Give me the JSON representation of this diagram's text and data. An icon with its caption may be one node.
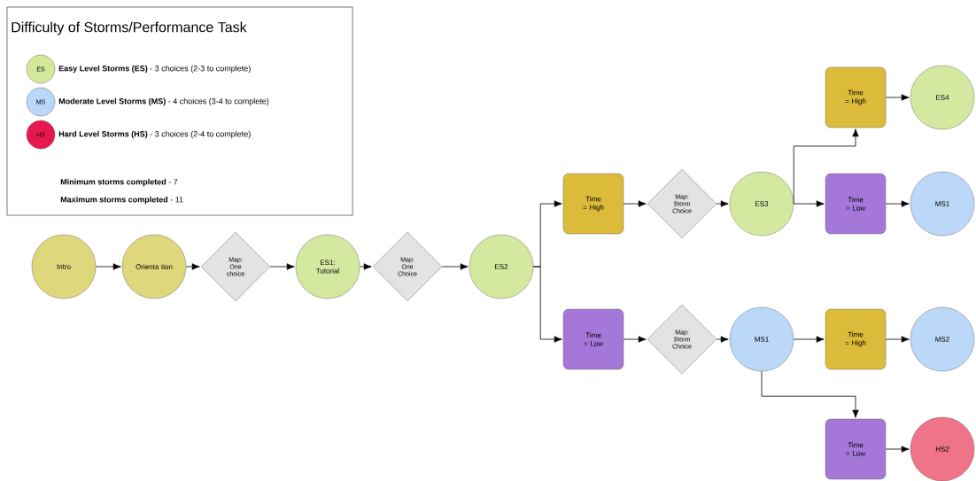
{
  "diagram": {
    "title": "Difficulty of Storms/Performance Task",
    "nodes": [
      {
        "text": [
          "Intro"
        ]
      },
      {
        "text": [
          "Orienta tion"
        ]
      },
      {
        "text": [
          "Map: One choice"
        ]
      },
      {
        "text": [
          "ES1: Tutorial"
        ]
      },
      {
        "text": [
          "Map: One Choice"
        ]
      },
      {
        "text": [
          "ES2"
        ]
      },
      {
        "text": [
          "Time = High"
        ]
      },
      {
        "text": [
          "Map: Storm Choice"
        ]
      },
      {
        "text": [
          "ES3"
        ]
      },
      {
        "text": [
          "Time = High"
        ]
      },
      {
        "text": [
          "ES4"
        ]
      },
      {
        "text": [
          "Time = Low"
        ]
      },
      {
        "text": [
          "MS1"
        ]
      },
      {
        "text": [
          "Time = Low"
        ]
      },
      {
        "text": [
          "Map: Storm Choice"
        ]
      },
      {
        "text": [
          "MS1"
        ]
      },
      {
        "text": [
          "Time = High"
        ]
      },
      {
        "text": [
          "MS2"
        ]
      },
      {
        "text": [
          "Time = Low"
        ]
      },
      {
        "text": [
          "HS2"
        ]
      }
    ],
    "edges": [
      {
        "from": 0,
        "to": 1,
        "arrow": "to"
      },
      {
        "from": 1,
        "to": 2,
        "arrow": "to"
      },
      {
        "from": 2,
        "to": 3,
        "arrow": "to"
      },
      {
        "from": 3,
        "to": 4,
        "arrow": "to"
      },
      {
        "from": 4,
        "to": 5,
        "arrow": "to"
      },
      {
        "from": 5,
        "to": 6,
        "arrow": "to"
      },
      {
        "from": 5,
        "to": 13,
        "arrow": "to"
      },
      {
        "from": 6,
        "to": 7,
        "arrow": "to"
      },
      {
        "from": 7,
        "to": 8,
        "arrow": "to"
      },
      {
        "from": 8,
        "to": 9,
        "arrow": "to"
      },
      {
        "from": 9,
        "to": 10,
        "arrow": "to"
      },
      {
        "from": 8,
        "to": 11,
        "arrow": "to"
      },
      {
        "from": 11,
        "to": 12,
        "arrow": "to"
      },
      {
        "from": 13,
        "to": 14,
        "arrow": "to"
      },
      {
        "from": 14,
        "to": 15,
        "arrow": "to"
      },
      {
        "from": 15,
        "to": 16,
        "arrow": "to"
      },
      {
        "from": 16,
        "to": 17,
        "arrow": "to"
      },
      {
        "from": 15,
        "to": 18,
        "arrow": "to"
      },
      {
        "from": 18,
        "to": 19,
        "arrow": "to"
      }
    ],
    "labels": [
      "ES",
      "MS",
      "HS",
      "**Minimum storms completed** - 7",
      "**Maximum storms completed** - 11"
    ],
    "legend": [
      {
        "text": "**Easy Level Storms (ES)** - 3 choices (2-3 to complete)",
        "color": "#d4e89a"
      },
      {
        "text": "**Moderate Level Storms (MS)** - 4 choices (3-4 to complete)",
        "color": "#bad6f8"
      },
      {
        "text": "**Hard Level Storms (HS)** - 3 choices (2-4 to complete)",
        "color": "#e8174f"
      }
    ]
  }
}
